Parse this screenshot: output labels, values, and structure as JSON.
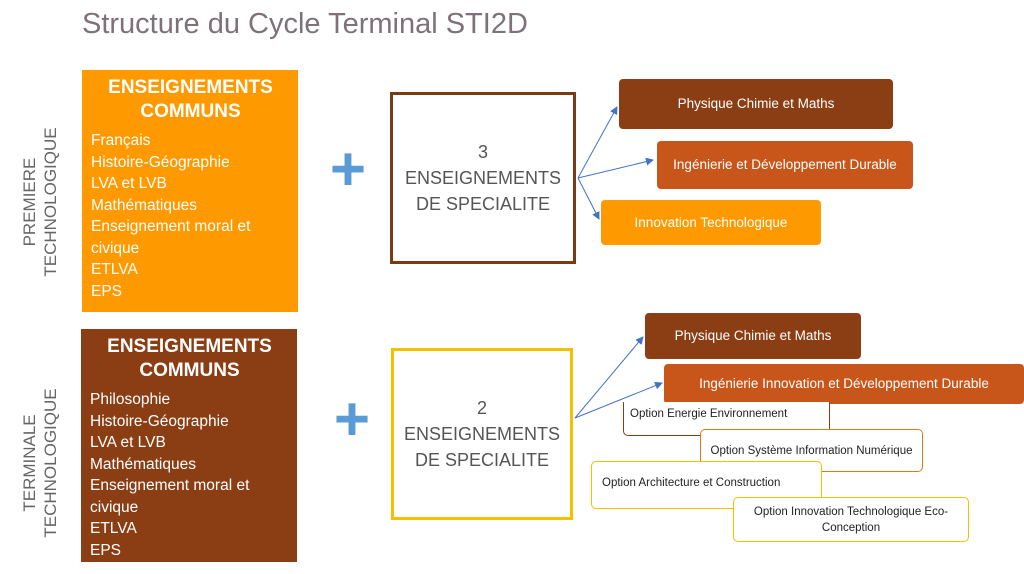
{
  "title": "Structure du Cycle Terminal STI2D",
  "premiere": {
    "label": "PREMIERE TECHNOLOGIQUE",
    "common": {
      "heading": "ENSEIGNEMENTS COMMUNS",
      "items": [
        "Français",
        "Histoire-Géographie",
        "LVA et LVB",
        "Mathématiques",
        "Enseignement moral et civique",
        "ETLVA",
        "EPS"
      ]
    },
    "plus": "+",
    "speciality": {
      "count": "3",
      "text": "ENSEIGNEMENTS DE SPECIALITE"
    },
    "options": [
      "Physique Chimie et Maths",
      "Ingénierie et Développement Durable",
      "Innovation Technologique"
    ]
  },
  "terminale": {
    "label": "TERMINALE TECHNOLOGIQUE",
    "common": {
      "heading": "ENSEIGNEMENTS COMMUNS",
      "items": [
        "Philosophie",
        "Histoire-Géographie",
        "LVA et LVB",
        "Mathématiques",
        "Enseignement moral et civique",
        "ETLVA",
        "EPS"
      ]
    },
    "plus": "+",
    "speciality": {
      "count": "2",
      "text": "ENSEIGNEMENTS DE SPECIALITE"
    },
    "options": [
      "Physique Chimie et Maths",
      "Ingénierie Innovation et Développement Durable"
    ],
    "sub_options": [
      "Option Energie Environnement",
      "Option Système Information Numérique",
      "Option Architecture et Construction",
      "Option Innovation Technologique Eco-Conception"
    ]
  },
  "colors": {
    "orange": "#ff9900",
    "brown": "#8b3e14",
    "burnt_orange": "#c8561a",
    "plus_blue": "#5b9bd5",
    "gold_border": "#f5c000",
    "arrow_blue": "#4472c4"
  }
}
